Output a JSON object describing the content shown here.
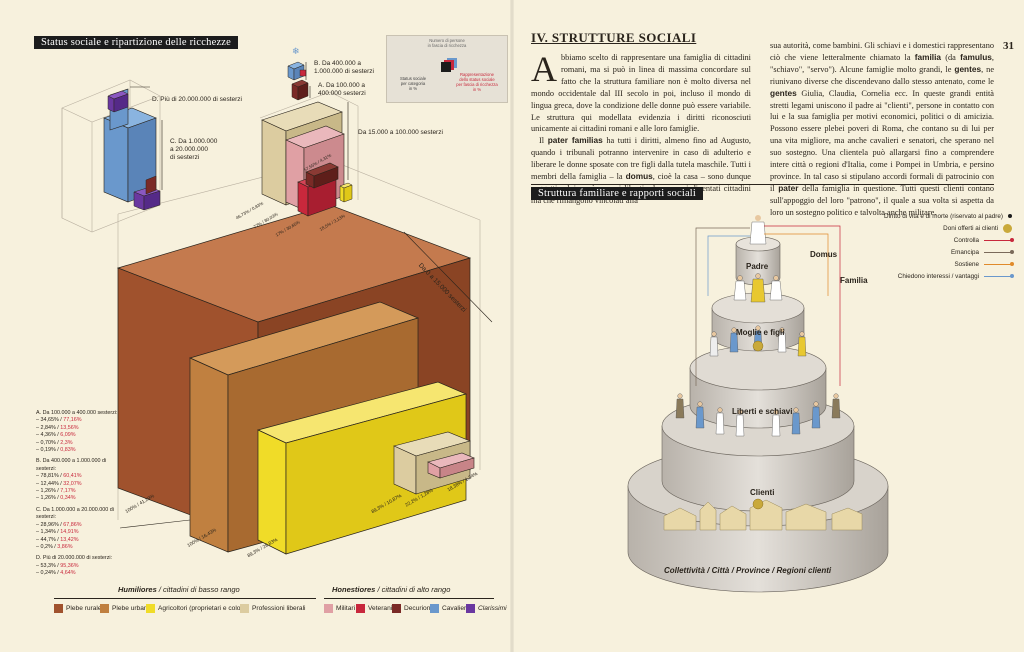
{
  "left_page": {
    "title": "Status sociale e ripartizione delle ricchezze",
    "legend_key": {
      "cube_label": "Numero di persone\nin fascia di ricchezza",
      "left_label": "Status sociale\nper categoria\nin %",
      "right_label": "Rappresentazione\ndello status sociale\nper fascia di ricchezza\nin %"
    },
    "bracket_labels": {
      "d": "D. Più di 20.000.000 di sesterzi",
      "c": "C. Da 1.000.000\na 20.000.000\ndi sesterzi",
      "b": "B. Da 400.000 a\n1.000.000 di sesterzi",
      "a": "A. Da 100.000 a\n400.000 sesterzi",
      "mid": "Da 15.000 a 100.000 sesterzi",
      "low": "Da 0 a 15.000 sesterzi"
    },
    "block_percentages": [
      {
        "text": "100% / 41,29%"
      },
      {
        "text": "100% / 16,43%"
      },
      {
        "text": "89,3% / 28,83%"
      },
      {
        "text": "89,3% / 10,87%"
      },
      {
        "text": "22,2% / 1,28%"
      },
      {
        "text": "18,38% / 1,34%"
      },
      {
        "text": "46,73% / 0,83%"
      },
      {
        "text": "77% / 80,03%"
      },
      {
        "text": "17% / 30,65%"
      },
      {
        "text": "18,5% / 3,13%"
      },
      {
        "text": "57,55% / 4,31%"
      }
    ],
    "stats": [
      {
        "heading": "A. Da 100.000 a 400.000 sesterzi:",
        "rows": [
          {
            "a": "34,65%",
            "b": "77,16%"
          },
          {
            "a": "2,84%",
            "b": "13,56%"
          },
          {
            "a": "4,36%",
            "b": "6,09%"
          },
          {
            "a": "0,70%",
            "b": "2,3%"
          },
          {
            "a": "0,19%",
            "b": "0,83%"
          }
        ]
      },
      {
        "heading": "B. Da 400.000 a 1.000.000 di sesterzi:",
        "rows": [
          {
            "a": "78,81%",
            "b": "60,41%"
          },
          {
            "a": "12,44%",
            "b": "32,07%"
          },
          {
            "a": "1,26%",
            "b": "7,17%"
          },
          {
            "a": "1,26%",
            "b": "0,34%"
          }
        ]
      },
      {
        "heading": "C. Da 1.000.000 a 20.000.000 di sesterzi:",
        "rows": [
          {
            "a": "28,96%",
            "b": "67,86%"
          },
          {
            "a": "1,34%",
            "b": "14,91%"
          },
          {
            "a": "44,7%",
            "b": "13,42%"
          },
          {
            "a": "0,2%",
            "b": "3,86%"
          }
        ]
      },
      {
        "heading": "D. Più di 20.000.000 di sesterzi:",
        "rows": [
          {
            "a": "53,3%",
            "b": "95,36%"
          },
          {
            "a": "0,24%",
            "b": "4,64%"
          }
        ]
      }
    ],
    "group_humiliores": {
      "name": "Humiliores",
      "rest": " / cittadini di basso rango"
    },
    "group_honestiores": {
      "name": "Honestiores",
      "rest": " / cittadini di alto rango"
    },
    "legend": [
      {
        "label": "Plebe rurale",
        "color": "#a0522d"
      },
      {
        "label": "Plebe urbana",
        "color": "#c08040"
      },
      {
        "label": "Agricoltori (proprietari e coloni)",
        "color": "#f0dc28"
      },
      {
        "label": "Professioni liberali",
        "color": "#dccca0"
      },
      {
        "label": "Militari",
        "color": "#e0a0a4"
      },
      {
        "label": "Veterani",
        "color": "#c8283c"
      },
      {
        "label": "Decurioni",
        "color": "#7a2a26"
      },
      {
        "label": "Cavalieri",
        "color": "#6a98cc"
      },
      {
        "label": "Clarissimi",
        "color": "#6a38a0"
      }
    ]
  },
  "right_page": {
    "page_number": "31",
    "section_title": "IV. STRUTTURE SOCIALI",
    "col1_para1_dropcap": "A",
    "col1_para1": "bbiamo scelto di rappresentare una famiglia di cittadini romani, ma si può in linea di massima concordare sul fatto che la struttura familiare non è molto diversa nel mondo occidentale dal III secolo in poi, incluso il mondo di lingua greca, dove la condizione delle donne può essere variabile. Le struttura qui modellata evidenzia i diritti riconosciuti unicamente ai cittadini romani e alle loro famiglie.",
    "col1_para2_a": "Il ",
    "col1_para2_term1": "pater familias",
    "col1_para2_b": " ha tutti i diritti, almeno fino ad Augusto, quando i tribunali potranno intervenire in caso di adulterio e liberare le donne sposate con tre figli dalla tutela maschile. Tutti i membri della famiglia – la ",
    "col1_para2_term2": "domus",
    "col1_para2_c": ", cioè la casa – sono dunque soggetti a lui, così come i liberti, che sono si diventati cittadini ma che rimangono vincolati alla",
    "col2_a": "sua autorità, come bambini. Gli schiavi e i domestici rappresentano ciò che viene letteralmente chiamato la ",
    "col2_term1": "familia",
    "col2_b": " (da ",
    "col2_term2": "famulus",
    "col2_c": ", \"schiavo\", \"servo\"). Alcune famiglie molto grandi, le ",
    "col2_term3": "gentes",
    "col2_d": ", ne riunivano diverse che discendevano dallo stesso antenato, come le ",
    "col2_term4": "gentes",
    "col2_e": " Giulia, Claudia, Cornelia ecc. In queste grandi entità stretti legami uniscono il padre ai \"clienti\", persone in contatto con lui e la sua famiglia per motivi economici, politici o di amicizia. Possono essere plebei poveri di Roma, che contano su di lui per una vita migliore, ma anche cavalieri e senatori, che sperano nel suo sostegno. Una clientela può allargarsi fino a comprendere intere città o regioni d'Italia, come i Pompei in Umbria, e persino province. In tal caso si stipulano accordi formali di patrocinio con il ",
    "col2_term5": "pater",
    "col2_f": " della famiglia in questione. Tutti questi clienti contano sull'appoggio del loro \"patrono\", il quale a sua volta si aspetta da loro un sostegno politico e talvolta anche militare.",
    "diagram_title": "Struttura familiare e rapporti sociali",
    "tiers": {
      "padre": "Padre",
      "moglie": "Moglie e figli",
      "liberti": "Liberti e schiavi",
      "clienti": "Clienti",
      "collettivita": "Collettività / Città / Province / Regioni clienti"
    },
    "side_labels": {
      "domus": "Domus",
      "familia": "Familia"
    },
    "relations": [
      {
        "label": "Diritto di vita e di morte (riservato al padre)",
        "color": "#1c1c1c",
        "kind": "dot"
      },
      {
        "label": "Doni offerti ai clienti",
        "color": "#c9a93a",
        "kind": "coin"
      },
      {
        "label": "Controlla",
        "color": "#c8283c",
        "kind": "line"
      },
      {
        "label": "Emancipa",
        "color": "#7a6a5a",
        "kind": "line"
      },
      {
        "label": "Sostiene",
        "color": "#e08a2a",
        "kind": "line"
      },
      {
        "label": "Chiedono interessi / vantaggi",
        "color": "#6a98cc",
        "kind": "line"
      }
    ]
  }
}
